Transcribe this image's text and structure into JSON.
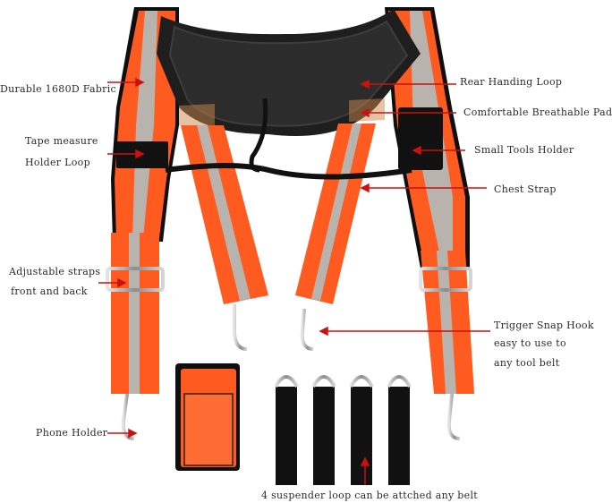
{
  "labels": {
    "fabric": "Durable 1680D Fabric",
    "rear_loop": "Rear Handing Loop",
    "pad": "Comfortable Breathable Pad",
    "tape_line1": "Tape measure",
    "tape_line2": "Holder Loop",
    "tools": "Small Tools Holder",
    "chest": "Chest Strap",
    "adjust_line1": "Adjustable straps",
    "adjust_line2": "front and back",
    "snap_line1": "Trigger Snap Hook",
    "snap_line2": "easy to use to",
    "snap_line3": "any tool belt",
    "phone": "Phone Holder",
    "loops": "4 suspender loop can be attched any belt"
  },
  "colors": {
    "strap": "#ff5a1f",
    "reflective": "#b9b3ad",
    "pad": "#1e1e1e",
    "webbing": "#111111",
    "metal": "#a8a8a8",
    "arrow": "#cc1111"
  }
}
